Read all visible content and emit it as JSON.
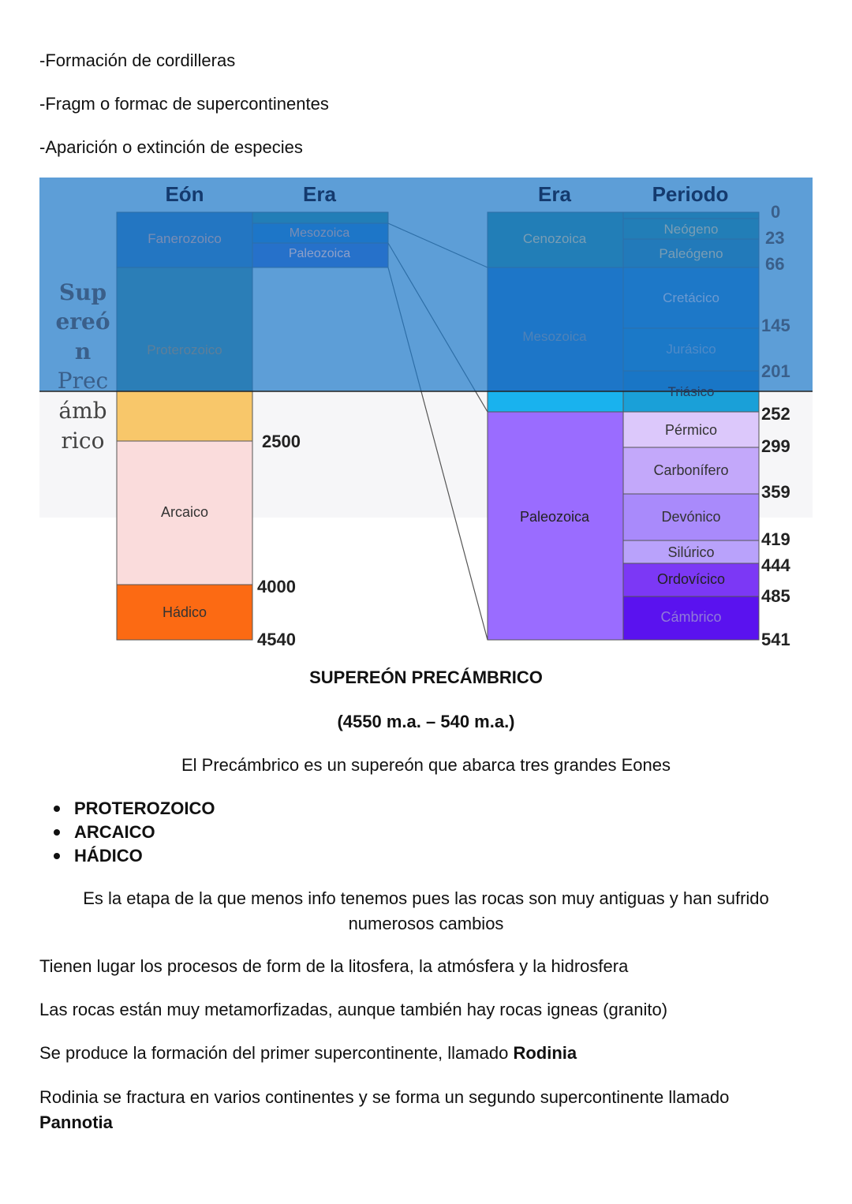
{
  "intro": [
    "-Formación de cordilleras",
    "-Fragm o formac de supercontinentes",
    "-Aparición o extinción de especies"
  ],
  "diagram": {
    "headers": {
      "eon": "Eón",
      "era_left": "Era",
      "era_right": "Era",
      "periodo": "Periodo"
    },
    "supereon": [
      "Sup",
      "ereó",
      "n",
      "Prec",
      "ámb",
      "rico"
    ],
    "eons": [
      {
        "name": "Fanerozoico",
        "color": "#2f6fb4"
      },
      {
        "name": "Proterozoico",
        "color": "#4d8e8e"
      },
      {
        "name": "",
        "color": "#f8c76a"
      },
      {
        "name": "Arcaico",
        "color": "#fadcdc"
      },
      {
        "name": "Hádico",
        "color": "#fc6a13"
      }
    ],
    "left_eras": [
      {
        "name": "Mesozoica"
      },
      {
        "name": "Paleozoica"
      }
    ],
    "right_eras": [
      {
        "name": "Cenozoica",
        "color": "#2e8b8b"
      },
      {
        "name": "Mesozoica",
        "color": "#1a6fc9"
      },
      {
        "name": "Paleozoica",
        "color": "#9a6cff"
      }
    ],
    "periods": [
      {
        "name": "Neógeno",
        "color": "#2e8b8b"
      },
      {
        "name": "Paleógeno",
        "color": "#2e7f96"
      },
      {
        "name": "Cretácico",
        "color": "#1b76c9"
      },
      {
        "name": "Jurásico",
        "color": "#137ac9"
      },
      {
        "name": "Triásico",
        "color": "#0d6fc0"
      },
      {
        "name": "Pérmico",
        "color": "#dcc8fb"
      },
      {
        "name": "Carbonífero",
        "color": "#c3a8fa"
      },
      {
        "name": "Devónico",
        "color": "#a98afb"
      },
      {
        "name": "Silúrico",
        "color": "#b9a2fb"
      },
      {
        "name": "Ordovícico",
        "color": "#7c38f5"
      },
      {
        "name": "Cámbrico",
        "color": "#5a12ef"
      }
    ],
    "eon_ages": [
      "2500",
      "4000",
      "4540"
    ],
    "period_ages": [
      "0",
      "23",
      "66",
      "145",
      "201",
      "252",
      "299",
      "359",
      "419",
      "444",
      "485",
      "541"
    ]
  },
  "section": {
    "title": "SUPEREÓN PRECÁMBRICO",
    "range": "(4550 m.a. – 540 m.a.)",
    "lead": "El Precámbrico es un supereón que abarca tres grandes Eones",
    "bullets": [
      "PROTEROZOICO",
      "ARCAICO",
      "HÁDICO"
    ],
    "note_1": "Es la etapa de la que menos info tenemos pues las rocas son muy antiguas y han sufrido",
    "note_2": "numerosos cambios",
    "p1": "Tienen lugar los procesos de form de la litosfera, la atmósfera y la hidrosfera",
    "p2": "Las rocas están muy metamorfizadas, aunque también hay rocas igneas (granito)",
    "p3_text": "Se produce la formación del primer supercontinente, llamado ",
    "p3_bold": "Rodinia",
    "p4_text": "Rodinia se fractura  en varios continentes y se forma un segundo supercontinente llamado",
    "p4_bold": "Pannotia"
  }
}
